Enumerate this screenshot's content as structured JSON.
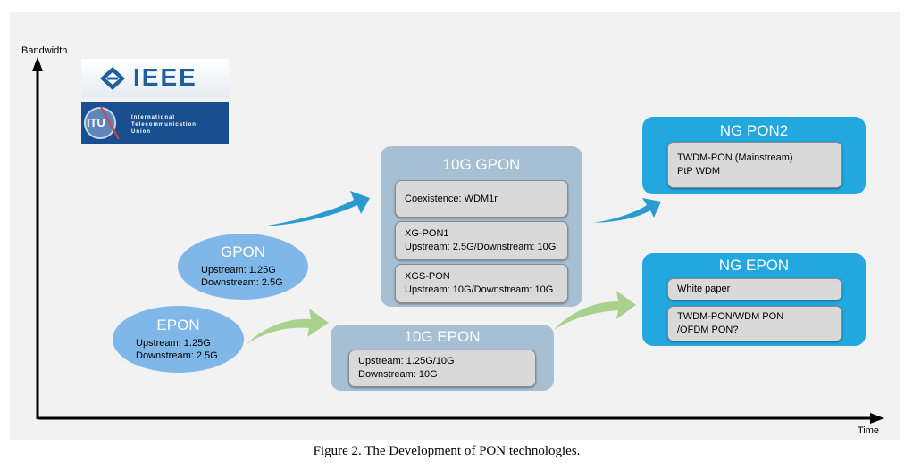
{
  "axes": {
    "y_label": "Bandwidth",
    "x_label": "Time"
  },
  "logos": {
    "ieee": "IEEE",
    "itu_badge": "ITU",
    "itu_name": [
      "International",
      "Telecommunication",
      "Union"
    ]
  },
  "ellipses": {
    "gpon": {
      "title": "GPON",
      "lines": [
        "Upstream: 1.25G",
        "Downstream: 2.5G"
      ]
    },
    "epon": {
      "title": "EPON",
      "lines": [
        "Upstream: 1.25G",
        "Downstream: 2.5G"
      ]
    }
  },
  "cards": {
    "gpon10": {
      "title": "10G GPON",
      "items": [
        {
          "lines": [
            "Coexistence: WDM1r"
          ]
        },
        {
          "lines": [
            "XG-PON1",
            "Upstream: 2.5G/Downstream: 10G"
          ]
        },
        {
          "lines": [
            "XGS-PON",
            "Upstream: 10G/Downstream: 10G"
          ]
        }
      ]
    },
    "epon10": {
      "title": "10G EPON",
      "items": [
        {
          "lines": [
            "Upstream: 1.25G/10G",
            "Downstream: 10G"
          ]
        }
      ]
    },
    "ngpon2": {
      "title": "NG  PON2",
      "items": [
        {
          "lines": [
            "TWDM-PON (Mainstream)",
            "PtP WDM"
          ]
        }
      ]
    },
    "ngepon": {
      "title": "NG  EPON",
      "items": [
        {
          "lines": [
            "White paper"
          ]
        },
        {
          "lines": [
            "TWDM-PON/WDM PON",
            "/OFDM PON?"
          ]
        }
      ]
    }
  },
  "caption": "Figure 2. The Development of PON technologies.",
  "colors": {
    "blue_card": "#22a7df",
    "grey_card": "#a6bfd3",
    "ellipse": "#7fb8e8",
    "arrow_blue": "#2a9bd0",
    "arrow_green": "#a9d18e"
  }
}
